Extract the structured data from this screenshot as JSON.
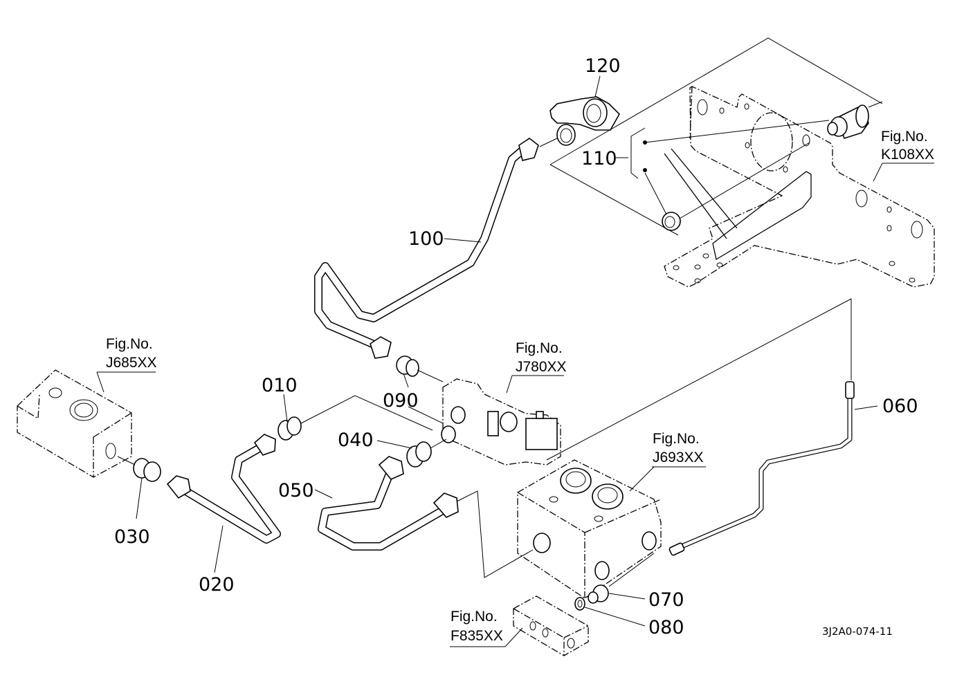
{
  "diagram": {
    "drawing_code": "3J2A0-074-11",
    "part_numbers": {
      "p010": "010",
      "p020": "020",
      "p030": "030",
      "p040": "040",
      "p050": "050",
      "p060": "060",
      "p070": "070",
      "p080": "080",
      "p090": "090",
      "p100": "100",
      "p110": "110",
      "p120": "120"
    },
    "figure_refs": {
      "fig_label": "Fig.No.",
      "k108": "K108XX",
      "j685": "J685XX",
      "j780": "J780XX",
      "j693": "J693XX",
      "f835": "F835XX"
    }
  }
}
